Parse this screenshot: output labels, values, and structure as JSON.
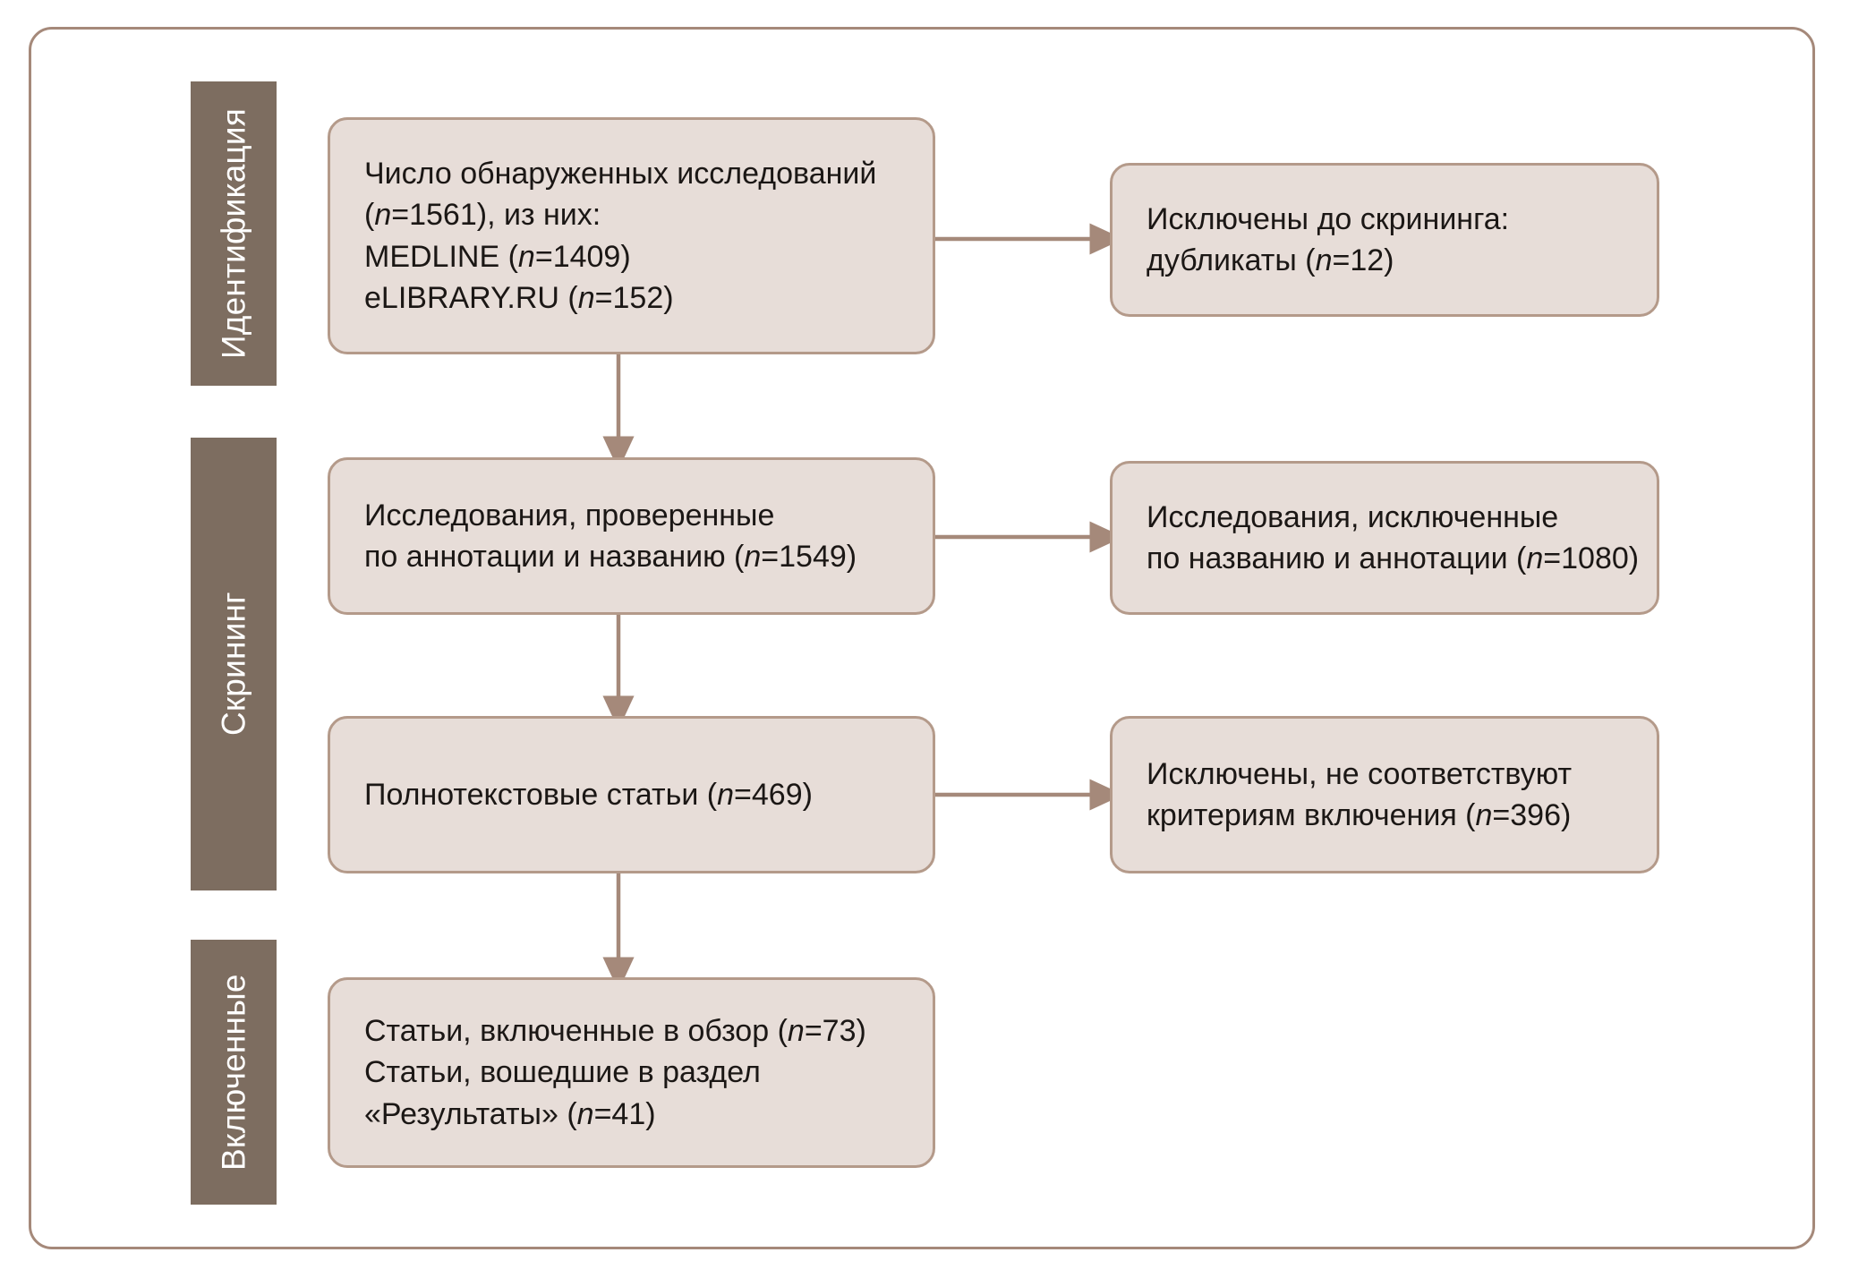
{
  "diagram": {
    "title": "PRISMA flow diagram",
    "colors": {
      "band_fill": "#7d6d60",
      "band_text": "#ffffff",
      "node_fill": "#e7ddd8",
      "node_border": "#b49a8a",
      "frame_border": "#a5897a",
      "connector": "#a5897a",
      "text": "#1b1715",
      "background": "#ffffff"
    },
    "stages": [
      {
        "id": "identification",
        "label": "Идентификация"
      },
      {
        "id": "screening",
        "label": "Скрининг"
      },
      {
        "id": "included",
        "label": "Включенные"
      }
    ],
    "nodes": [
      {
        "id": "identified",
        "text": "Число обнаруженных исследований\n(n=1561), из них:\nMEDLINE (n=1409)\neLIBRARY.RU (n=152)",
        "counts": {
          "total": 1561,
          "MEDLINE": 1409,
          "eLIBRARY.RU": 152
        }
      },
      {
        "id": "dup-excluded",
        "text": "Исключены до скрининга:\nдубликаты (n=12)",
        "counts": {
          "duplicates": 12
        }
      },
      {
        "id": "screened",
        "text": "Исследования, проверенные\nпо аннотации и названию (n=1549)",
        "counts": {
          "screened": 1549
        }
      },
      {
        "id": "title-excluded",
        "text": "Исследования, исключенные\nпо названию и аннотации (n=1080)",
        "counts": {
          "excluded": 1080
        }
      },
      {
        "id": "fulltext",
        "text": "Полнотекстовые статьи (n=469)",
        "counts": {
          "fulltext": 469
        }
      },
      {
        "id": "criteria-excluded",
        "text": "Исключены, не соответствуют\nкритериям включения (n=396)",
        "counts": {
          "excluded": 396
        }
      },
      {
        "id": "included",
        "text": "Статьи, включенные в обзор (n=73)\nСтатьи, вошедшие в раздел\n«Результаты» (n=41)",
        "counts": {
          "included_review": 73,
          "included_results": 41
        }
      }
    ],
    "connectors": [
      {
        "from": "identified",
        "to": "dup-excluded",
        "direction": "right"
      },
      {
        "from": "identified",
        "to": "screened",
        "direction": "down"
      },
      {
        "from": "screened",
        "to": "title-excluded",
        "direction": "right"
      },
      {
        "from": "screened",
        "to": "fulltext",
        "direction": "down"
      },
      {
        "from": "fulltext",
        "to": "criteria-excluded",
        "direction": "right"
      },
      {
        "from": "fulltext",
        "to": "included",
        "direction": "down"
      }
    ]
  }
}
